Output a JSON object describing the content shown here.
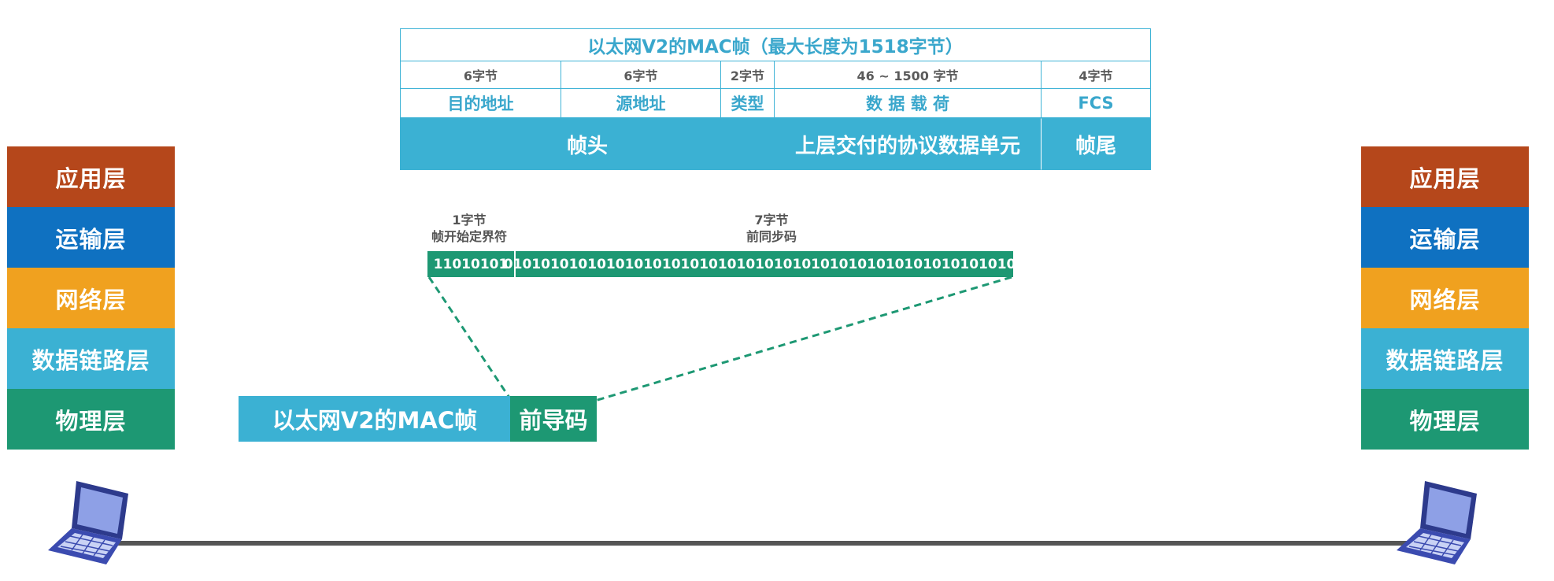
{
  "frame_table": {
    "title": "以太网V2的MAC帧（最大长度为1518字节）",
    "fields": [
      {
        "size": "6字节",
        "name": "目的地址"
      },
      {
        "size": "6字节",
        "name": "源地址"
      },
      {
        "size": "2字节",
        "name": "类型"
      },
      {
        "size": "46 ~ 1500 字节",
        "name": "数 据 载 荷"
      },
      {
        "size": "4字节",
        "name": "FCS"
      }
    ],
    "bar": {
      "header": "帧头",
      "payload": "上层交付的协议数据单元",
      "trailer": "帧尾"
    }
  },
  "preamble_detail": {
    "sfd": {
      "size": "1字节",
      "label": "帧开始定界符",
      "bits": "11010101"
    },
    "sync": {
      "size": "7字节",
      "label": "前同步码",
      "bits": "01010101010101010101010101010101010101010101010101010101"
    }
  },
  "ethernet_frame": {
    "frame_label": "以太网V2的MAC帧",
    "preamble_label": "前导码"
  },
  "left_stack": {
    "layers": [
      "应用层",
      "运输层",
      "网络层",
      "数据链路层",
      "物理层"
    ]
  },
  "right_stack": {
    "layers": [
      "应用层",
      "运输层",
      "网络层",
      "数据链路层",
      "物理层"
    ]
  },
  "colors": {
    "application": "#b5471b",
    "transport": "#0f71c1",
    "network": "#f0a11f",
    "datalink": "#3bb1d3",
    "physical": "#1d9873"
  }
}
